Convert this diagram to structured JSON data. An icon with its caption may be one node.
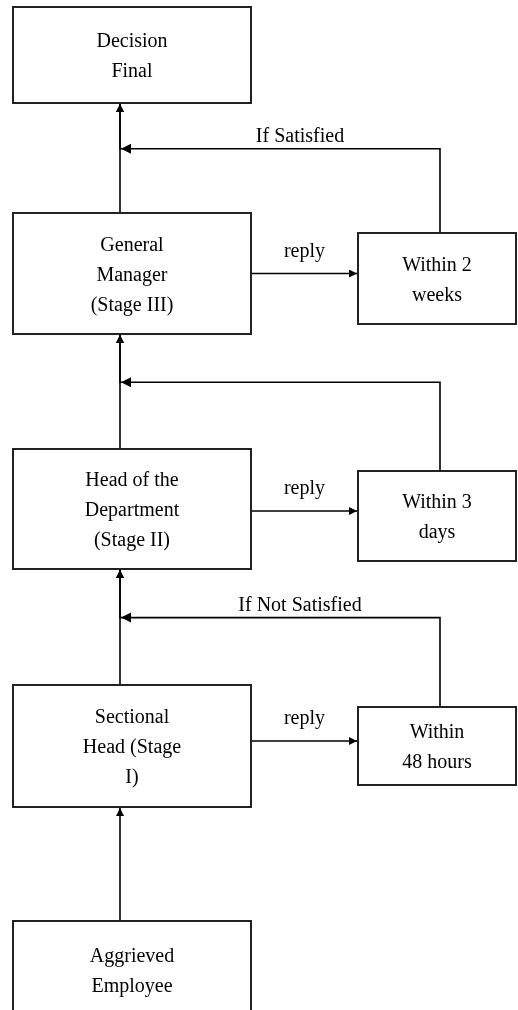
{
  "diagram": {
    "nodes": [
      {
        "text": [
          "Decision Final"
        ]
      },
      {
        "text": [
          "General Manager (Stage III)"
        ]
      },
      {
        "text": [
          "Within 2 weeks"
        ]
      },
      {
        "text": [
          "Head of the Department (Stage II)"
        ]
      },
      {
        "text": [
          "Within 3 days"
        ]
      },
      {
        "text": [
          "Sectional Head (Stage I)"
        ]
      },
      {
        "text": [
          "Within 48 hours"
        ]
      },
      {
        "text": [
          "Aggrieved Employee"
        ]
      }
    ],
    "edges": [
      {
        "from": 1,
        "to": 0,
        "arrow": "to"
      },
      {
        "from": 1,
        "to": 2,
        "arrow": "to",
        "label": "reply"
      },
      {
        "from": 2,
        "to": 0,
        "arrow": "to",
        "label": "If Satisfied"
      },
      {
        "from": 3,
        "to": 1,
        "arrow": "to"
      },
      {
        "from": 3,
        "to": 4,
        "arrow": "to",
        "label": "reply"
      },
      {
        "from": 4,
        "to": 1,
        "arrow": "to"
      },
      {
        "from": 5,
        "to": 3,
        "arrow": "to"
      },
      {
        "from": 5,
        "to": 6,
        "arrow": "to",
        "label": "reply"
      },
      {
        "from": 6,
        "to": 3,
        "arrow": "to",
        "label": "If Not Satisfied"
      },
      {
        "from": 7,
        "to": 5,
        "arrow": "to"
      }
    ]
  }
}
